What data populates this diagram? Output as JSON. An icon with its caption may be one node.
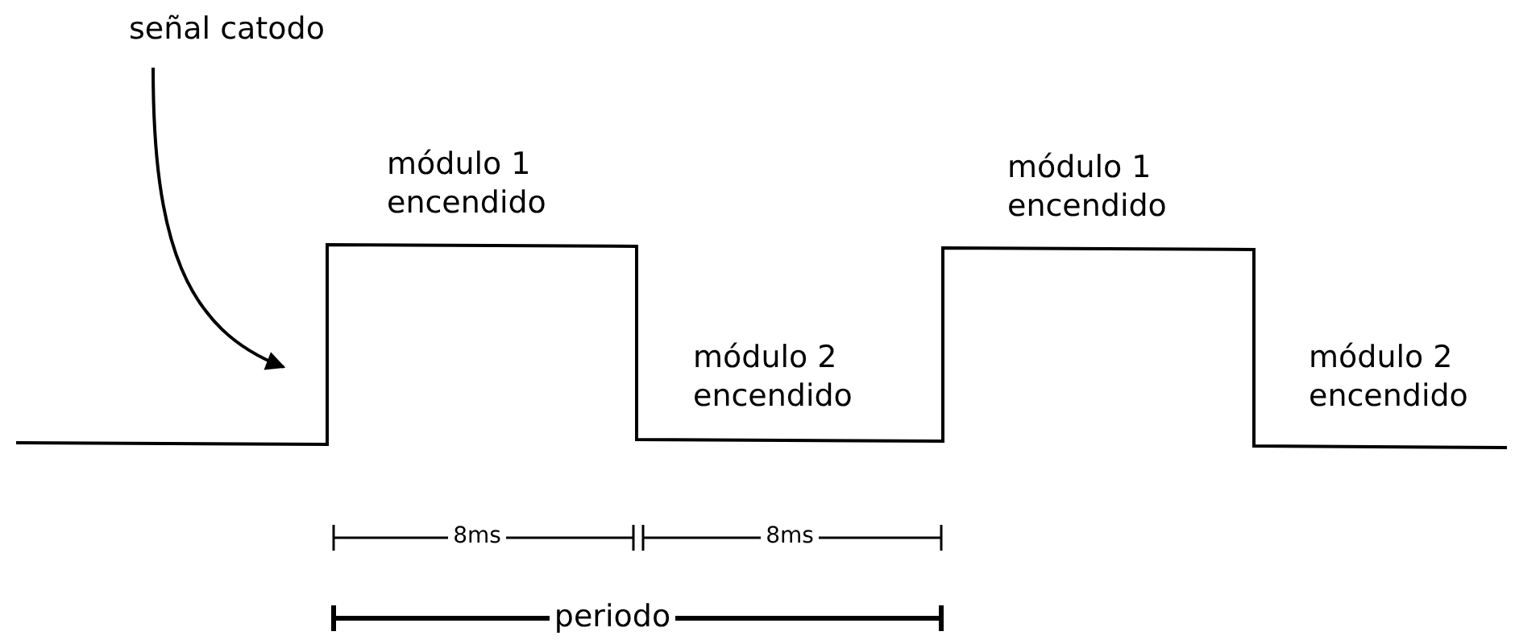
{
  "diagram": {
    "nodes": [
      {
        "text": [
          "señal catodo"
        ]
      },
      {
        "text": [],
        "shape": "waveform"
      }
    ],
    "edges": [
      {
        "from": 0,
        "to": 1,
        "arrow": "to"
      }
    ],
    "labels": [
      "módulo 1 encendido",
      "módulo 2 encendido",
      "módulo 1 encendido",
      "módulo 2 encendido",
      "8ms",
      "8ms",
      "periodo"
    ]
  }
}
